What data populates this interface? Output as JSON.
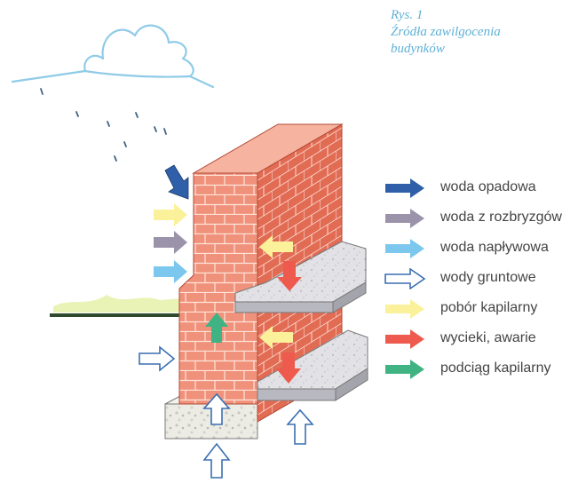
{
  "caption": {
    "line1": "Rys. 1",
    "line2": "Źródła zawilgocenia",
    "line3": "budynków"
  },
  "legend": [
    {
      "icon": "arrow-dark-blue-icon",
      "label": "woda opadowa",
      "color": "#2e5fa8",
      "outlined": false
    },
    {
      "icon": "arrow-gray-icon",
      "label": "woda z rozbryzgów",
      "color": "#9b93aa",
      "outlined": false
    },
    {
      "icon": "arrow-light-blue-icon",
      "label": "woda napływowa",
      "color": "#7cc7ee",
      "outlined": false
    },
    {
      "icon": "arrow-outline-blue-icon",
      "label": "wody gruntowe",
      "color": "#3a6fb0",
      "outlined": true
    },
    {
      "icon": "arrow-yellow-icon",
      "label": "pobór kapilarny",
      "color": "#fbf19a",
      "outlined": false
    },
    {
      "icon": "arrow-red-icon",
      "label": "wycieki, awarie",
      "color": "#ee5a4e",
      "outlined": false
    },
    {
      "icon": "arrow-green-icon",
      "label": "podciąg kapilarny",
      "color": "#3fb383",
      "outlined": false
    }
  ],
  "colors": {
    "brick_front": "#f0927b",
    "brick_side": "#e26b54",
    "brick_top": "#f6b3a0",
    "mortar": "#fde4da",
    "slab": "#d8d8dc",
    "cloud": "#8fcbe8",
    "ground_line": "#2f4a2f",
    "grass": "#e9f3b6"
  }
}
